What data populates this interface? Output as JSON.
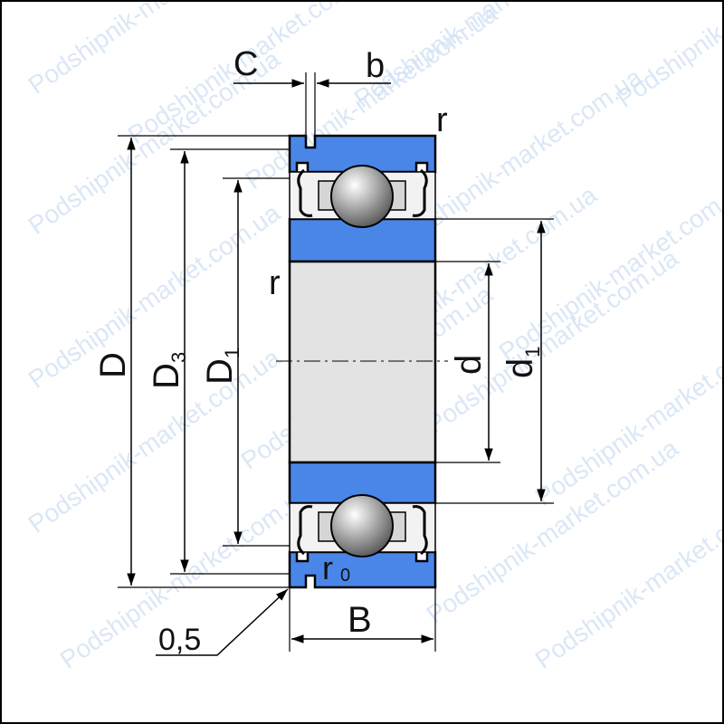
{
  "watermark": "Podshipnik-market.com.ua",
  "colors": {
    "ring": "#4a86e8",
    "bore": "#e3e3e3",
    "cage": "#d6d6d6",
    "line": "#000000",
    "watermark": "#cfe0f4"
  },
  "labels": {
    "C": "C",
    "b": "b",
    "r_top": "r",
    "r_left": "r",
    "D": "D",
    "D3_main": "D",
    "D3_sub": "3",
    "D1_main": "D",
    "D1_sub": "1",
    "d": "d",
    "d1_main": "d",
    "d1_sub": "1",
    "r0_main": "r",
    "r0_sub": "0",
    "chamfer": "0,5",
    "B": "B"
  }
}
